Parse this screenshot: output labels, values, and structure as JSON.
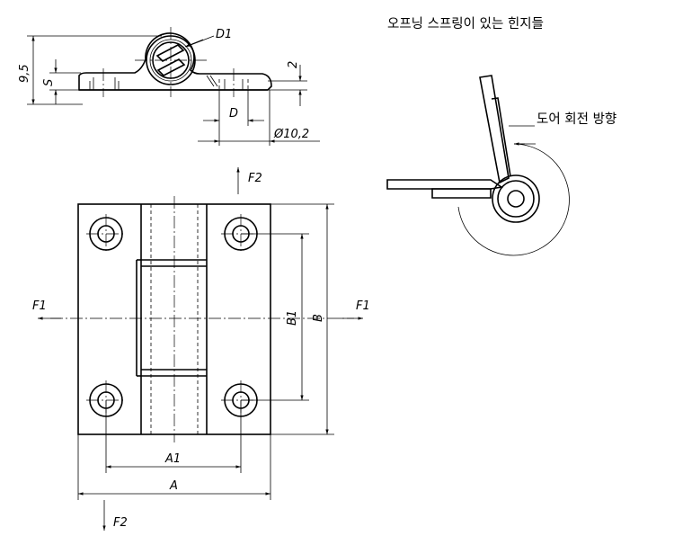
{
  "title": "오프닝 스프링이 있는 힌지들",
  "rotation_label": "도어 회전 방향",
  "labels": {
    "d1": "D1",
    "dim_9_5": "9,5",
    "s": "S",
    "dim_2": "2",
    "d": "D",
    "dia_10_2": "Ø10,2",
    "f2_top": "F2",
    "f2_bottom": "F2",
    "f1_left": "F1",
    "f1_right": "F1",
    "b1": "B1",
    "b": "B",
    "a1": "A1",
    "a": "A"
  }
}
